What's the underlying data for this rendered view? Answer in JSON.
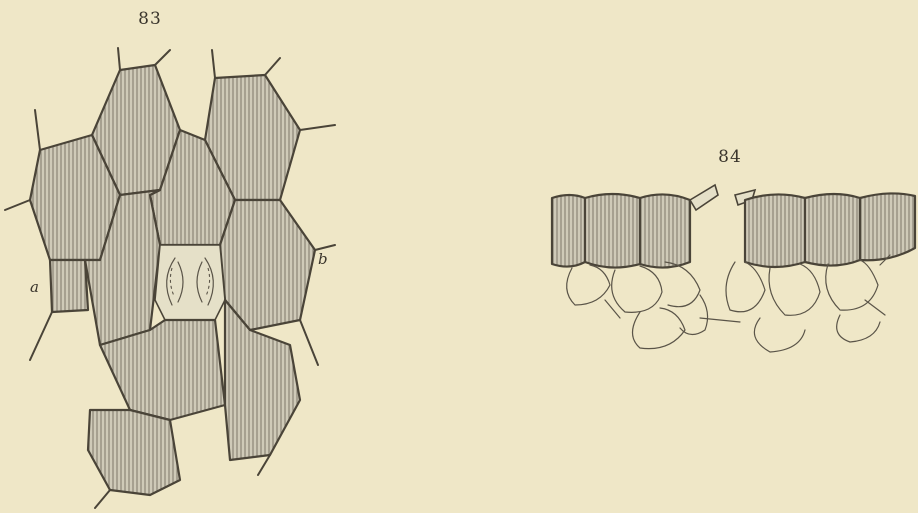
{
  "figures": [
    {
      "number": "83",
      "labels": {
        "left": "a",
        "right": "b"
      }
    },
    {
      "number": "84"
    }
  ]
}
